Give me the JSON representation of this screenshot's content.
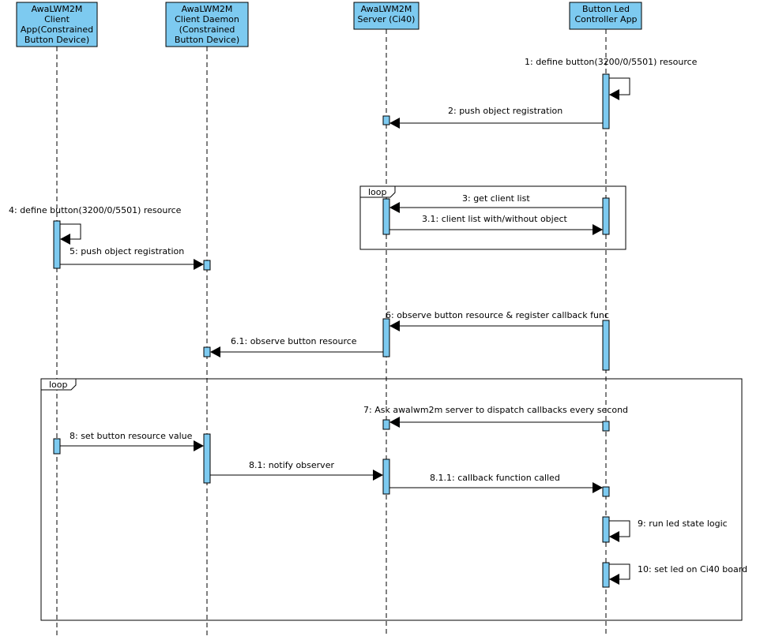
{
  "actors": [
    {
      "id": "client_app",
      "lines": [
        "AwaLWM2M",
        "Client",
        "App(Constrained",
        "Button Device)"
      ]
    },
    {
      "id": "client_daemon",
      "lines": [
        "AwaLWM2M",
        "Client Daemon",
        "(Constrained",
        "Button Device)"
      ]
    },
    {
      "id": "server",
      "lines": [
        "AwaLWM2M",
        "Server (Ci40)"
      ]
    },
    {
      "id": "controller",
      "lines": [
        "Button Led",
        "Controller App"
      ]
    }
  ],
  "messages": [
    {
      "label": "1: define button(3200/0/5501) resource",
      "from": "controller",
      "to": "controller"
    },
    {
      "label": "2: push object registration",
      "from": "controller",
      "to": "server"
    },
    {
      "label": "3: get client list",
      "from": "controller",
      "to": "server"
    },
    {
      "label": "3.1: client list with/without object",
      "from": "server",
      "to": "controller"
    },
    {
      "label": "4: define button(3200/0/5501) resource",
      "from": "client_app",
      "to": "client_app"
    },
    {
      "label": "5: push object registration",
      "from": "client_app",
      "to": "client_daemon"
    },
    {
      "label": "6: observe button resource & register callback func",
      "from": "controller",
      "to": "server"
    },
    {
      "label": "6.1: observe button resource",
      "from": "server",
      "to": "client_daemon"
    },
    {
      "label": "7: Ask awalwm2m server to dispatch callbacks every second",
      "from": "controller",
      "to": "server"
    },
    {
      "label": "8: set button resource value",
      "from": "client_app",
      "to": "client_daemon"
    },
    {
      "label": "8.1: notify observer",
      "from": "client_daemon",
      "to": "server"
    },
    {
      "label": "8.1.1: callback function called",
      "from": "server",
      "to": "controller"
    },
    {
      "label": "9: run led state logic",
      "from": "controller",
      "to": "controller"
    },
    {
      "label": "10: set led on Ci40 board",
      "from": "controller",
      "to": "controller"
    }
  ],
  "frames": [
    {
      "label": "loop"
    },
    {
      "label": "loop"
    }
  ]
}
